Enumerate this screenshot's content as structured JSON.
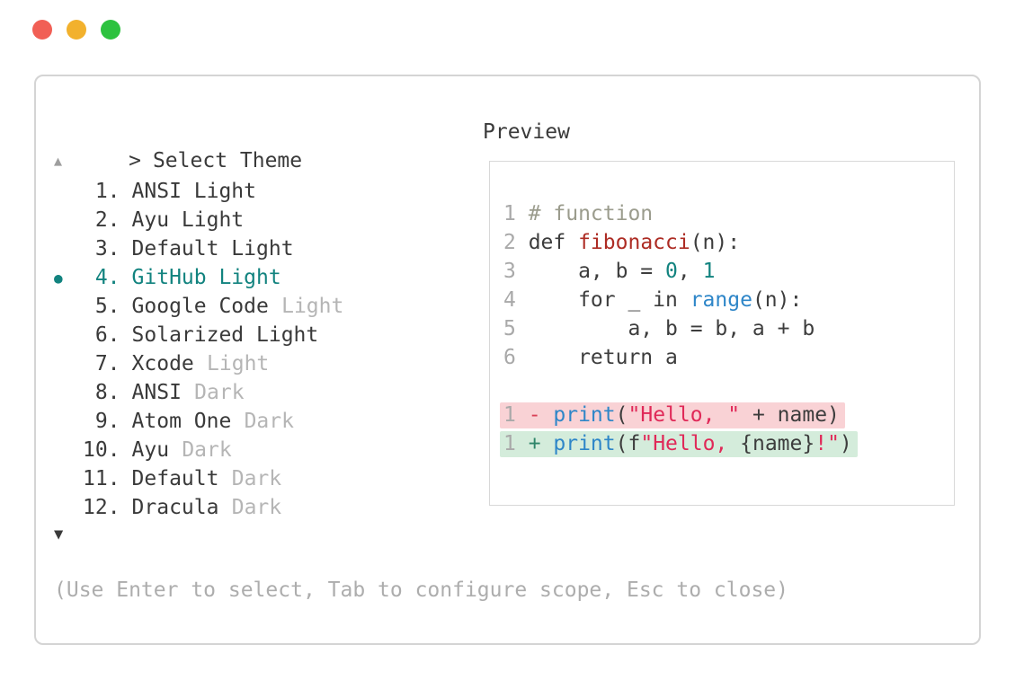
{
  "window": {
    "controls": [
      {
        "name": "close",
        "color": "#f15f55"
      },
      {
        "name": "minimize",
        "color": "#f2b12d"
      },
      {
        "name": "zoom",
        "color": "#2dc23f"
      }
    ]
  },
  "header": {
    "prompt": ">",
    "title": "Select Theme"
  },
  "scroll": {
    "up_symbol": "▲",
    "down_symbol": "▼"
  },
  "theme_list": {
    "selected_marker": "●",
    "items": [
      {
        "number": "1.",
        "name": "ANSI Light",
        "muted": ""
      },
      {
        "number": "2.",
        "name": "Ayu Light",
        "muted": ""
      },
      {
        "number": "3.",
        "name": "Default Light",
        "muted": ""
      },
      {
        "number": "4.",
        "name": "GitHub Light",
        "muted": "",
        "selected": true
      },
      {
        "number": "5.",
        "name": "Google Code",
        "muted": "Light"
      },
      {
        "number": "6.",
        "name": "Solarized Light",
        "muted": ""
      },
      {
        "number": "7.",
        "name": "Xcode",
        "muted": "Light"
      },
      {
        "number": "8.",
        "name": "ANSI",
        "muted": "Dark"
      },
      {
        "number": "9.",
        "name": "Atom One",
        "muted": "Dark"
      },
      {
        "number": "10.",
        "name": "Ayu",
        "muted": "Dark"
      },
      {
        "number": "11.",
        "name": "Default",
        "muted": "Dark"
      },
      {
        "number": "12.",
        "name": "Dracula",
        "muted": "Dark"
      }
    ]
  },
  "preview": {
    "label": "Preview",
    "code_lines": [
      {
        "num": "1",
        "tokens": [
          {
            "c": "comment",
            "s": "# function"
          }
        ]
      },
      {
        "num": "2",
        "tokens": [
          {
            "c": "plain",
            "s": "def "
          },
          {
            "c": "func",
            "s": "fibonacci"
          },
          {
            "c": "plain",
            "s": "(n):"
          }
        ]
      },
      {
        "num": "3",
        "tokens": [
          {
            "c": "plain",
            "s": "    a, b = "
          },
          {
            "c": "teal",
            "s": "0"
          },
          {
            "c": "plain",
            "s": ", "
          },
          {
            "c": "teal",
            "s": "1"
          }
        ]
      },
      {
        "num": "4",
        "tokens": [
          {
            "c": "plain",
            "s": "    for _ in "
          },
          {
            "c": "blue",
            "s": "range"
          },
          {
            "c": "plain",
            "s": "(n):"
          }
        ]
      },
      {
        "num": "5",
        "tokens": [
          {
            "c": "plain",
            "s": "        a, b = b, a + b"
          }
        ]
      },
      {
        "num": "6",
        "tokens": [
          {
            "c": "plain",
            "s": "    return a"
          }
        ]
      },
      {
        "num": "",
        "tokens": []
      },
      {
        "num": "1",
        "diff": "removed",
        "tokens": [
          {
            "c": "dminus",
            "s": "- "
          },
          {
            "c": "blue",
            "s": "print"
          },
          {
            "c": "plain",
            "s": "("
          },
          {
            "c": "str",
            "s": "\"Hello, \""
          },
          {
            "c": "plain",
            "s": " + name)"
          }
        ]
      },
      {
        "num": "1",
        "diff": "added",
        "tokens": [
          {
            "c": "dplus",
            "s": "+ "
          },
          {
            "c": "blue",
            "s": "print"
          },
          {
            "c": "plain",
            "s": "(f"
          },
          {
            "c": "str",
            "s": "\"Hello, "
          },
          {
            "c": "plain",
            "s": "{name}"
          },
          {
            "c": "str",
            "s": "!\""
          },
          {
            "c": "plain",
            "s": ")"
          }
        ]
      }
    ]
  },
  "footer": {
    "hint": "(Use Enter to select, Tab to configure scope, Esc to close)"
  },
  "colors": {
    "c-dark": "#3a3a3a",
    "c-plain": "#3d3d3d",
    "c-gray": "#a9a9a9",
    "c-muted": "#b5b5b5",
    "c-comment": "#9b9c8d",
    "c-func": "#ad2c24",
    "c-teal": "#12837f",
    "c-blue": "#2e86c8",
    "c-str": "#e02958",
    "c-dminus": "#d94056",
    "c-dplus": "#2e8569",
    "bg-removed": "#f9d2d5",
    "bg-added": "#d4ecdb",
    "border-window": "#d4d4d4",
    "border-preview": "#d8d8d8",
    "scroll-up": "#9e9e9e",
    "scroll-down": "#3a3a3a"
  }
}
